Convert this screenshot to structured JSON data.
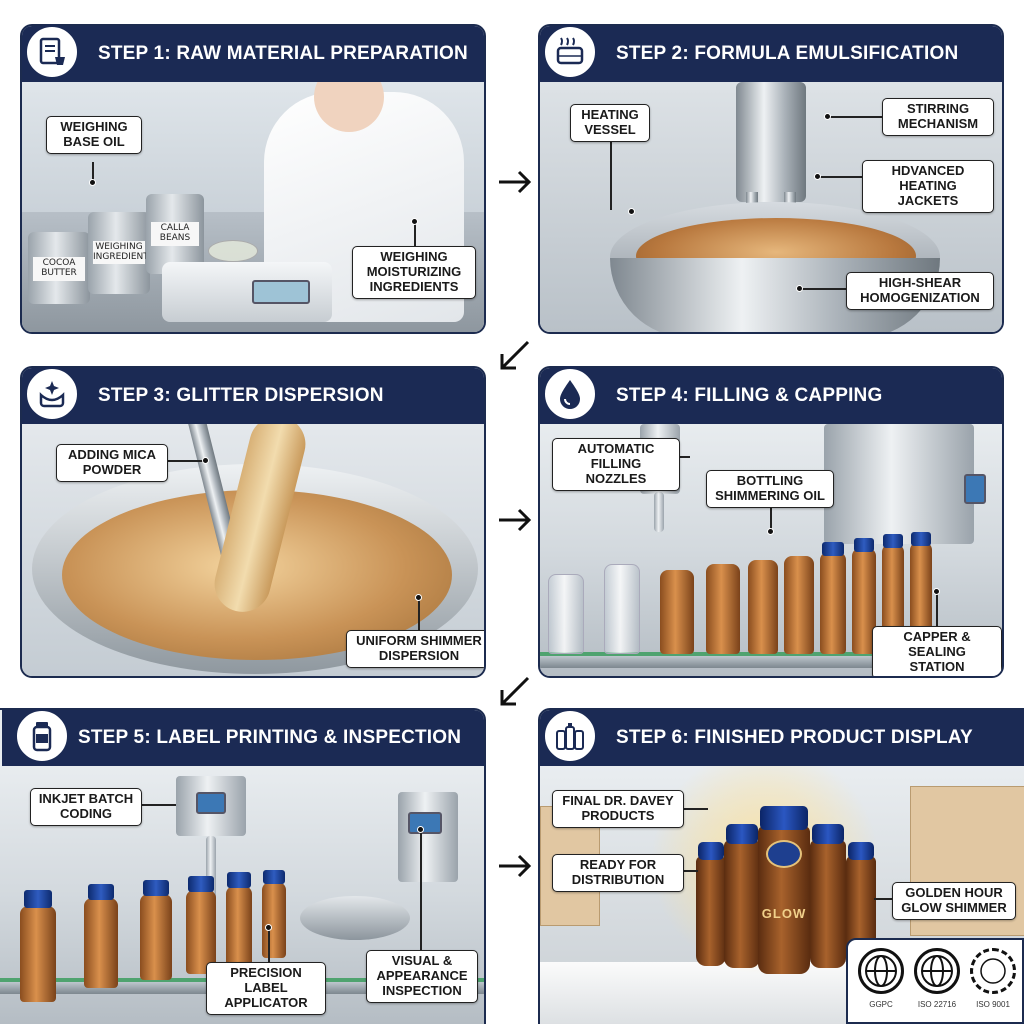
{
  "steps": [
    {
      "title": "STEP 1: RAW MATERIAL PREPARATION",
      "icon": "clipboard-flask-icon",
      "callouts": [
        "WEIGHING BASE OIL",
        "WEIGHING MOISTURIZING INGREDIENTS"
      ],
      "tin_labels": [
        "COCOA BUTTER",
        "WEIGHING INGREDIENTS",
        "CALLA BEANS"
      ]
    },
    {
      "title": "STEP 2: FORMULA EMULSIFICATION",
      "icon": "heating-vessel-icon",
      "callouts": [
        "HEATING VESSEL",
        "STIRRING MECHANISM",
        "HDVANCED HEATING JACKETS",
        "HIGH-SHEAR HOMOGENIZATION"
      ]
    },
    {
      "title": "STEP 3: GLITTER DISPERSION",
      "icon": "sparkle-vessel-icon",
      "callouts": [
        "ADDING MICA POWDER",
        "UNIFORM SHIMMER DISPERSION"
      ]
    },
    {
      "title": "STEP 4: FILLING & CAPPING",
      "icon": "droplet-icon",
      "callouts": [
        "AUTOMATIC FILLING NOZZLES",
        "BOTTLING SHIMMERING OIL",
        "CAPPER & SEALING STATION"
      ]
    },
    {
      "title": "STEP 5: LABEL PRINTING & INSPECTION",
      "icon": "labeled-bottle-icon",
      "callouts": [
        "INKJET BATCH CODING",
        "PRECISION LABEL APPLICATOR",
        "VISUAL & APPEARANCE INSPECTION"
      ]
    },
    {
      "title": "STEP 6: FINISHED PRODUCT DISPLAY",
      "icon": "bottles-group-icon",
      "callouts": [
        "FINAL DR. DAVEY PRODUCTS",
        "READY FOR DISTRIBUTION",
        "GOLDEN HOUR GLOW SHIMMER"
      ],
      "product_text": "GLOW",
      "certifications": [
        "GGPC",
        "ISO 22716",
        "ISO 9001"
      ]
    }
  ],
  "colors": {
    "header": "#1b2a54",
    "amber": "#b8783e",
    "cap_blue": "#1f4aa8"
  }
}
